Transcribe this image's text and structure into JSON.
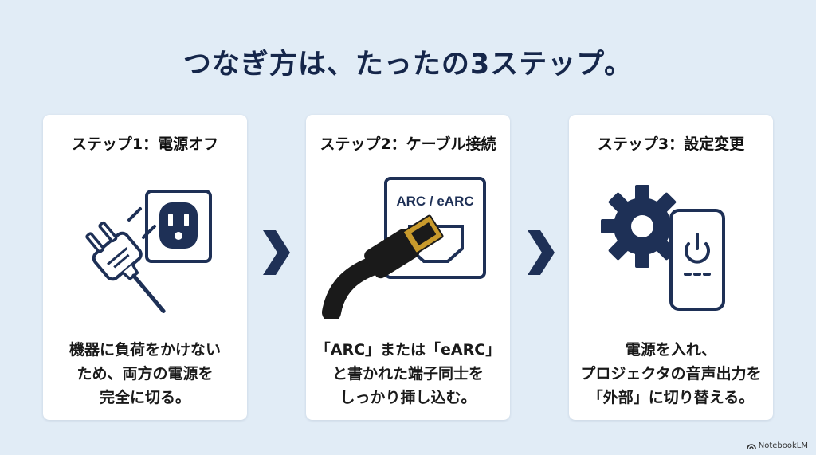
{
  "title": "つなぎ方は、たったの3ステップ。",
  "steps": [
    {
      "title": "ステップ1：電源オフ",
      "icon": "plug-outlet-icon",
      "desc_lines": [
        "機器に負荷をかけない",
        "ため、両方の電源を",
        "完全に切る。"
      ]
    },
    {
      "title": "ステップ2：ケーブル接続",
      "icon": "hdmi-cable-icon",
      "port_label": "ARC / eARC",
      "desc_lines": [
        "「ARC」または「eARC」",
        "と書かれた端子同士を",
        "しっかり挿し込む。"
      ]
    },
    {
      "title": "ステップ3：設定変更",
      "icon": "gear-remote-icon",
      "desc_lines": [
        "電源を入れ、",
        "プロジェクタの音声出力を",
        "「外部」に切り替える。"
      ]
    }
  ],
  "footer": "NotebookLM",
  "colors": {
    "background": "#e1ecf6",
    "navy": "#1e3056",
    "title": "#15264a",
    "card": "#ffffff",
    "cable": "#1a1a1a",
    "connector_gold": "#c89a2c"
  }
}
